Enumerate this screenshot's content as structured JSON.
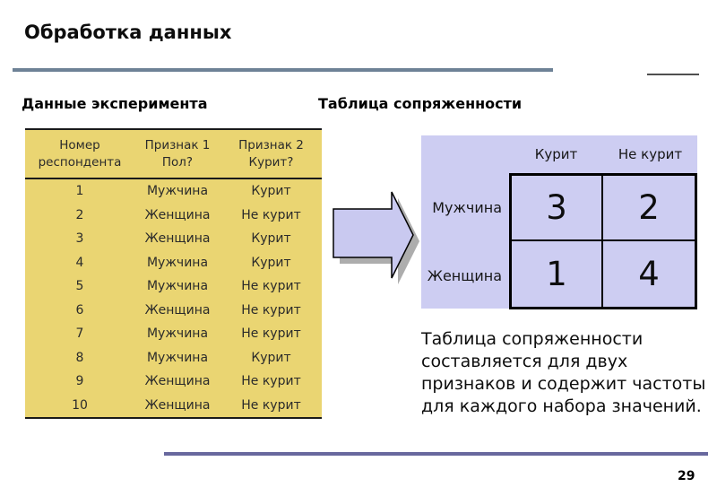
{
  "slide": {
    "title": "Обработка данных",
    "page_number": "29"
  },
  "experiment": {
    "heading": "Данные эксперимента",
    "columns": [
      {
        "line1": "Номер",
        "line2": "респондента"
      },
      {
        "line1": "Признак 1",
        "line2": "Пол?"
      },
      {
        "line1": "Признак 2",
        "line2": "Курит?"
      }
    ],
    "rows": [
      {
        "num": "1",
        "gender": "Мужчина",
        "smokes": "Курит"
      },
      {
        "num": "2",
        "gender": "Женщина",
        "smokes": "Не курит"
      },
      {
        "num": "3",
        "gender": "Женщина",
        "smokes": "Курит"
      },
      {
        "num": "4",
        "gender": "Мужчина",
        "smokes": "Курит"
      },
      {
        "num": "5",
        "gender": "Мужчина",
        "smokes": "Не курит"
      },
      {
        "num": "6",
        "gender": "Женщина",
        "smokes": "Не курит"
      },
      {
        "num": "7",
        "gender": "Мужчина",
        "smokes": "Не курит"
      },
      {
        "num": "8",
        "gender": "Мужчина",
        "smokes": "Курит"
      },
      {
        "num": "9",
        "gender": "Женщина",
        "smokes": "Не курит"
      },
      {
        "num": "10",
        "gender": "Женщина",
        "smokes": "Не курит"
      }
    ]
  },
  "contingency": {
    "heading": "Таблица сопряженности",
    "col_headers": [
      "Курит",
      "Не курит"
    ],
    "row_headers": [
      "Мужчина",
      "Женщина"
    ],
    "cells": [
      [
        "3",
        "2"
      ],
      [
        "1",
        "4"
      ]
    ]
  },
  "note": {
    "lines": [
      "Таблица сопряженности",
      "составляется для двух",
      "признаков и содержит частоты",
      "для каждого набора значений."
    ]
  },
  "icons": {
    "arrow": "right-block-arrow"
  },
  "colors": {
    "experiment_table_bg": "#EAD572",
    "contingency_bg": "#CDCDF2",
    "arrow_fill": "#C9C9F0",
    "arrow_shadow": "#ADADAD",
    "title_rule": "#6E8296",
    "footer_rule": "#68689E"
  }
}
